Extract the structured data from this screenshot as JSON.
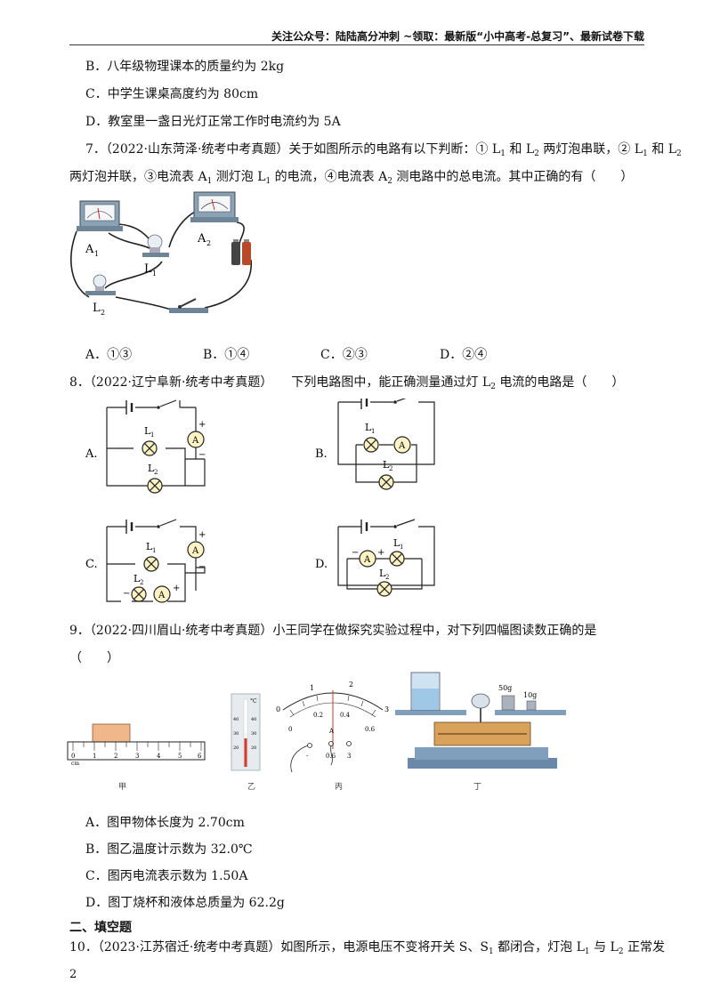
{
  "header": {
    "text": "关注公众号：陆陆高分冲刺   ~领取：最新版“小中高考-总复习”、最新试卷下载"
  },
  "q6": {
    "optB": "B．八年级物理课本的质量约为 2kg",
    "optC": "C．中学生课桌高度约为 80cm",
    "optD": "D．教室里一盏日光灯正常工作时电流约为 5A"
  },
  "q7": {
    "l1a": "7．（2022·山东菏泽·统考中考真题）关于如图所示的电路有以下判断：① L",
    "l1b": " 和 L",
    "l1c": " 两灯泡串联，② L",
    "l1d": " 和 L",
    "l2a": "两灯泡并联，③电流表 A",
    "l2b": " 测灯泡 L",
    "l2c": " 的电流，④电流表 A",
    "l2d": " 测电路中的总电流。其中正确的有（　　）",
    "sub1": "1",
    "sub2": "2",
    "figA1": "A",
    "figL1": "L",
    "figA2": "A",
    "figL2": "L",
    "optA": "A．①③",
    "optB": "B．①④",
    "optC": "C．②③",
    "optD": "D．②④"
  },
  "q8": {
    "stem_a": "8．（2022·辽宁阜新·统考中考真题）　　下列电路图中，能正确测量通过灯 L",
    "stem_b": " 电流的电路是（　　）",
    "sub2": "2",
    "labA": "A.",
    "labB": "B.",
    "labC": "C.",
    "labD": "D.",
    "meter": "A",
    "L": "L",
    "plus": "+",
    "minus": "−"
  },
  "q9": {
    "stem": "9．（2022·四川眉山·统考中考真题）小王同学在做探究实验过程中，对下列四幅图读数正确的是",
    "paren": "（　　）",
    "fig_jia": "甲",
    "fig_yi": "乙",
    "fig_bing": "丙",
    "fig_ding": "丁",
    "ruler_unit": "cm",
    "ruler_ticks": [
      "0",
      "1",
      "2",
      "3",
      "4",
      "5",
      "6"
    ],
    "therm_unit": "°C",
    "therm_ticks": [
      "40",
      "30",
      "20"
    ],
    "ammeter_top": [
      "0",
      "1",
      "2",
      "3"
    ],
    "ammeter_bottom": [
      "0",
      "0.2",
      "0.4",
      "0.6"
    ],
    "ammeter_A": "A",
    "ammeter_terms": [
      "-",
      "0.6",
      "3"
    ],
    "weight1": "50g",
    "weight2": "10g",
    "optA": "A．图甲物体长度为 2.70cm",
    "optB": "B．图乙温度计示数为 32.0℃",
    "optC": "C．图丙电流表示数为 1.50A",
    "optD": "D．图丁烧杯和液体总质量为 62.2g"
  },
  "section2": "二、填空题",
  "q10": {
    "a": "10．（2023·江苏宿迁·统考中考真题）如图所示，电源电压不变将开关 S、S",
    "b": " 都闭合，灯泡 L",
    "c": " 与 L",
    "d": " 正常发",
    "sub1": "1",
    "sub2": "2"
  },
  "page_number": "2"
}
